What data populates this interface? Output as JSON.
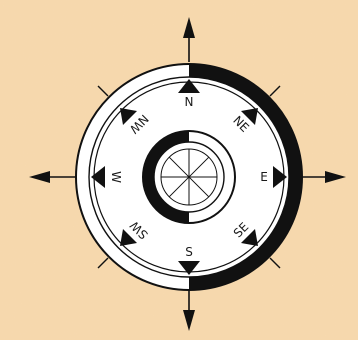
{
  "compass": {
    "labels": {
      "north": "N",
      "northeast": "NE",
      "east": "E",
      "southeast": "SE",
      "south": "S",
      "southwest": "SW",
      "west": "W",
      "northwest": "NW"
    },
    "colors": {
      "background": "#f7d9ae",
      "ink": "#111111",
      "face": "#ffffff"
    }
  }
}
